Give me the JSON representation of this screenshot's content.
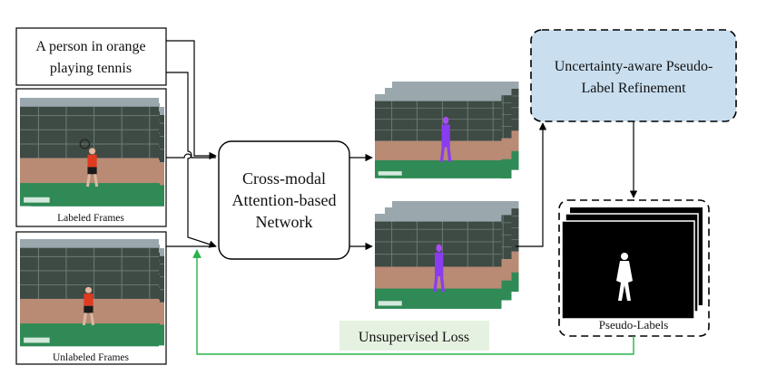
{
  "text_prompt": {
    "line1": "A person in orange",
    "line2": "playing tennis"
  },
  "labeled_frames": {
    "caption": "Labeled Frames"
  },
  "unlabeled_frames": {
    "caption": "Unlabeled Frames"
  },
  "network": {
    "line1": "Cross-modal",
    "line2": "Attention-based",
    "line3": "Network"
  },
  "refinement": {
    "line1": "Uncertainty-aware Pseudo-",
    "line2": "Label Refinement"
  },
  "pseudo_labels": {
    "caption": "Pseudo-Labels"
  },
  "loss": {
    "label": "Unsupervised Loss"
  },
  "colors": {
    "refinement_fill": "#c9dff0",
    "loss_fill": "#e6f2e1",
    "loss_arrow": "#2bb24a",
    "mask_purple": "#8a3cf0",
    "court_green": "#2f8a55",
    "court_clay": "#b98a74"
  }
}
